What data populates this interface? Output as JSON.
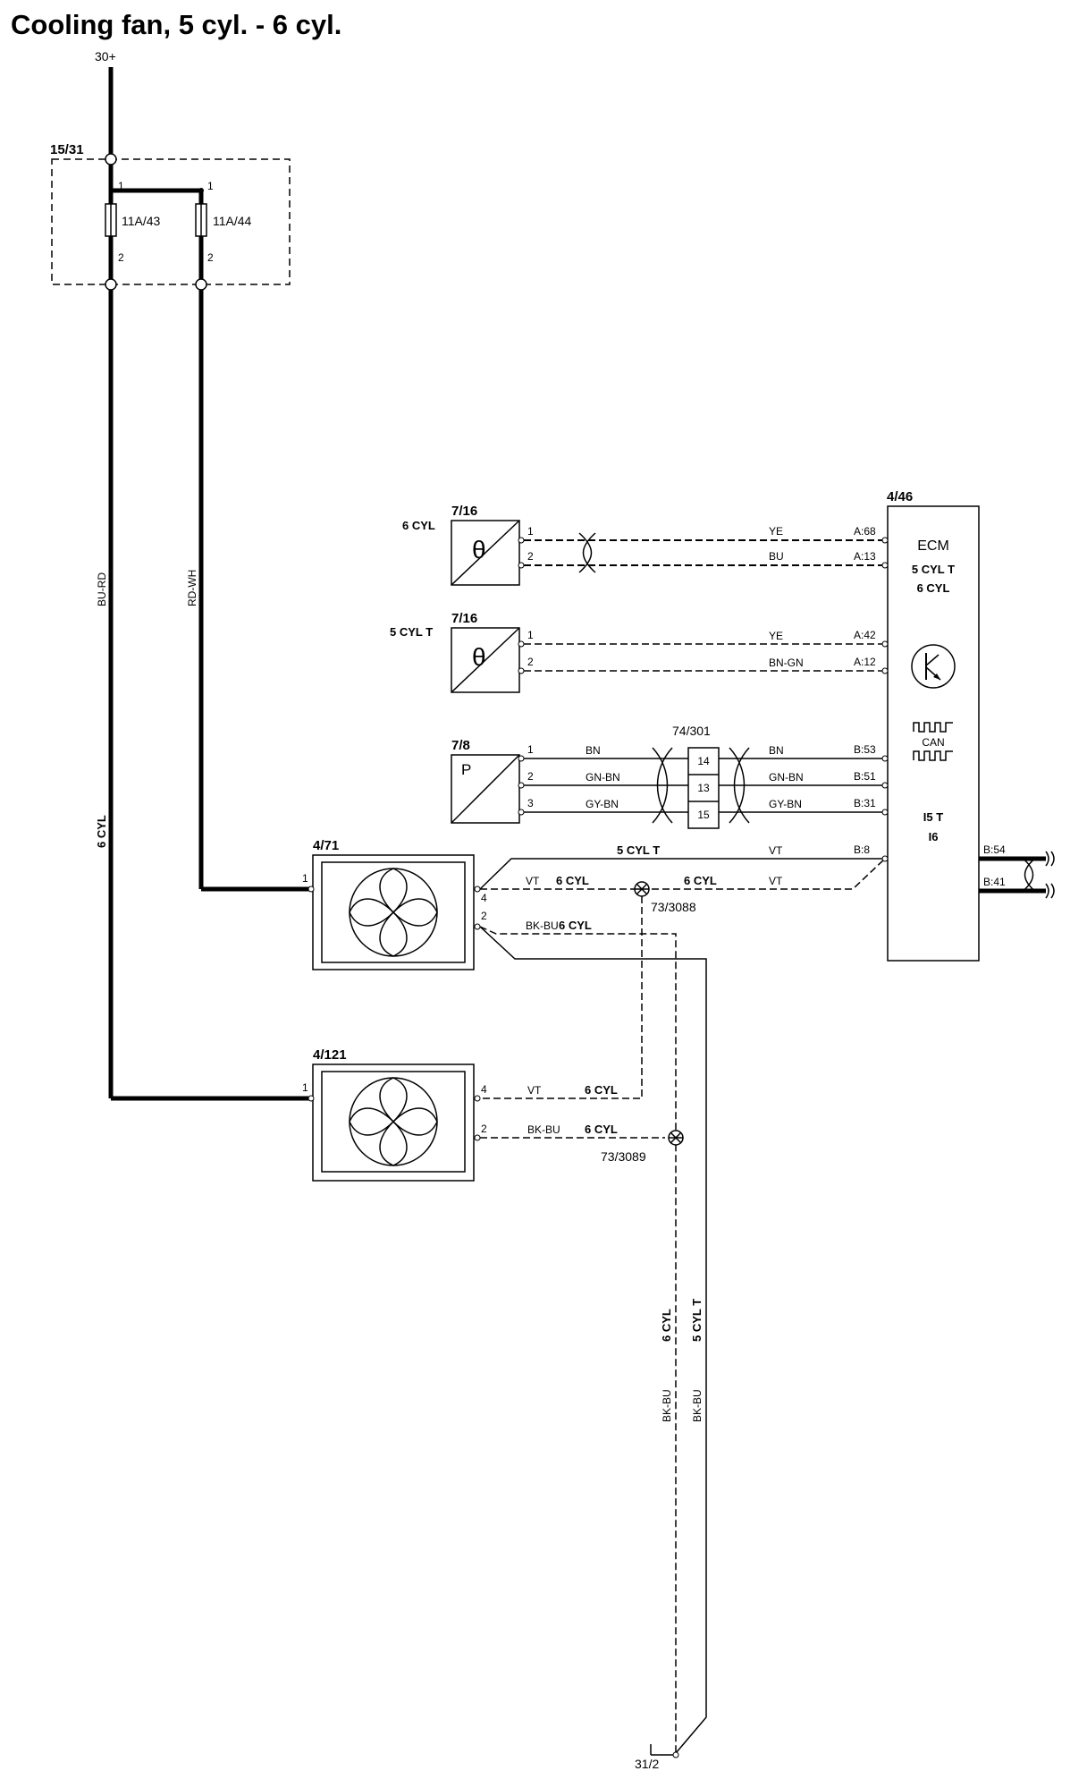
{
  "title": "Cooling fan, 5 cyl. - 6 cyl.",
  "supply": "30+",
  "ground": "31/2",
  "fuse_box": {
    "id": "15/31",
    "fuses": [
      {
        "name": "11A/43",
        "pin_in": "1",
        "pin_out": "2"
      },
      {
        "name": "11A/44",
        "pin_in": "1",
        "pin_out": "2"
      }
    ]
  },
  "wires": {
    "bu_rd": "BU-RD",
    "rd_wh": "RD-WH",
    "six_cyl_vertical": "6 CYL",
    "bk_bu_left": "BK-BU",
    "bk_bu_right": "BK-BU",
    "six_cyl_ground": "6 CYL",
    "five_cyl_t_ground": "5 CYL T"
  },
  "sensors": [
    {
      "id": "7/16",
      "variant": "6 CYL",
      "symbol": "θ",
      "pins": [
        "1",
        "2"
      ],
      "colors": [
        "YE",
        "BU"
      ],
      "ecm_pins": [
        "A:68",
        "A:13"
      ]
    },
    {
      "id": "7/16",
      "variant": "5 CYL T",
      "symbol": "θ",
      "pins": [
        "1",
        "2"
      ],
      "colors": [
        "YE",
        "BN-GN"
      ],
      "ecm_pins": [
        "A:42",
        "A:12"
      ]
    },
    {
      "id": "7/8",
      "symbol": "P",
      "pins": [
        "1",
        "2",
        "3"
      ],
      "colors_left": [
        "BN",
        "GN-BN",
        "GY-BN"
      ],
      "colors_right": [
        "BN",
        "GN-BN",
        "GY-BN"
      ],
      "ecm_pins": [
        "B:53",
        "B:51",
        "B:31"
      ]
    }
  ],
  "connector": {
    "id": "74/301",
    "pins": [
      "14",
      "13",
      "15"
    ]
  },
  "ecm": {
    "id": "4/46",
    "name": "ECM",
    "variants_top": [
      "5 CYL T",
      "6 CYL"
    ],
    "can_label": "CAN",
    "variants_bottom": [
      "I5 T",
      "I6"
    ],
    "pin_b8": "B:8",
    "can_pins": [
      "B:54",
      "B:41"
    ]
  },
  "fan_main": {
    "id": "4/71",
    "pins": [
      "1",
      "4",
      "2"
    ],
    "five_cyl_t_label": "5 CYL T",
    "vt_label": "VT",
    "six_cyl_label": "6 CYL",
    "vt_label_right": "VT",
    "six_cyl_label_right": "6 CYL",
    "vt_label_ecm": "VT",
    "bk_bu_label": "BK-BU",
    "bk_bu_variant": "6 CYL"
  },
  "splice_1": "73/3088",
  "fan_aux": {
    "id": "4/121",
    "pins": [
      "1",
      "4",
      "2"
    ],
    "vt_label": "VT",
    "vt_variant": "6 CYL",
    "bk_bu_label": "BK-BU",
    "bk_bu_variant": "6 CYL"
  },
  "splice_2": "73/3089"
}
